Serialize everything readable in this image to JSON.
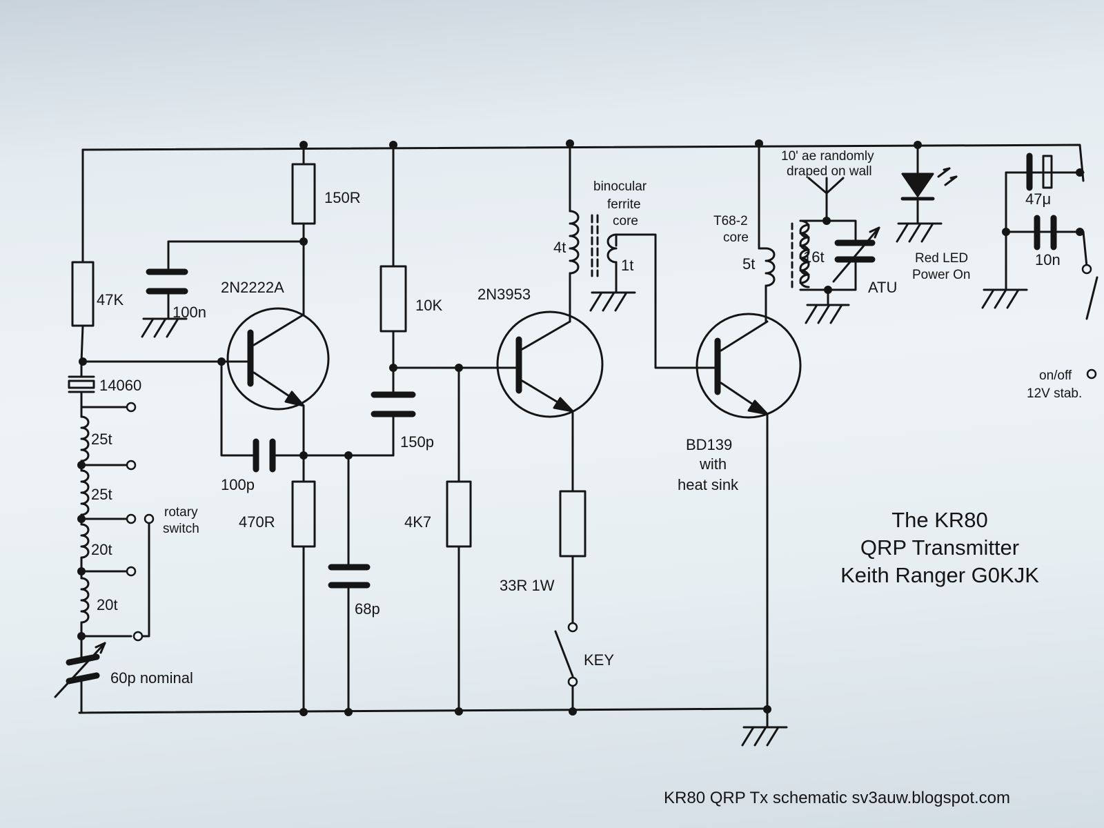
{
  "labels": {
    "r150": "150R",
    "c100n": "100n",
    "r47k": "47K",
    "q1": "2N2222A",
    "xtal": "14060",
    "l1": "25t",
    "l2": "25t",
    "rotary": "rotary",
    "switch": "switch",
    "l3": "20t",
    "l4": "20t",
    "cvar": "60p nominal",
    "c100p": "100p",
    "r470": "470R",
    "c68p": "68p",
    "r10k": "10K",
    "c150p": "150p",
    "r4k7": "4K7",
    "q2": "2N3953",
    "r33": "33R 1W",
    "key": "KEY",
    "bino1": "binocular",
    "bino2": "ferrite",
    "bino3": "core",
    "t4": "4t",
    "t1": "1t",
    "q3a": "BD139",
    "q3b": "with",
    "q3c": "heat sink",
    "t68a": "T68-2",
    "t68b": "core",
    "t5": "5t",
    "ae1": "10' ae randomly",
    "ae2": "draped on wall",
    "t16": "16t",
    "atu": "ATU",
    "led1": "Red LED",
    "led2": "Power On",
    "c47u": "47μ",
    "c10n": "10n",
    "sw1": "on/off",
    "sw2": "12V stab."
  },
  "title": {
    "line1": "The KR80",
    "line2": "QRP Transmitter",
    "line3": "Keith Ranger G0KJK"
  },
  "caption": "KR80 QRP Tx schematic sv3auw.blogspot.com",
  "colors": {
    "ink": "#151515",
    "paper": "#e8eff3"
  }
}
